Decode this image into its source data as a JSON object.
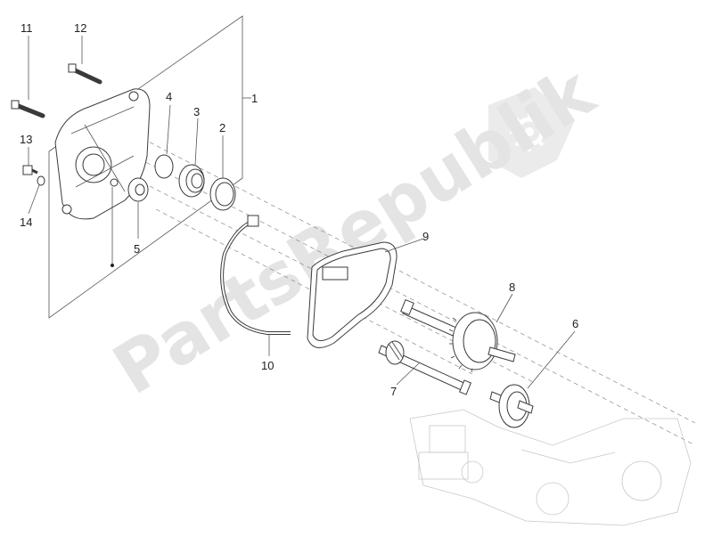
{
  "watermark": {
    "text": "PartsRepublik",
    "icon": "gear-icon"
  },
  "callouts": {
    "c1": "1",
    "c2": "2",
    "c3": "3",
    "c4": "4",
    "c5": "5",
    "c6": "6",
    "c7": "7",
    "c8": "8",
    "c9": "9",
    "c10": "10",
    "c11": "11",
    "c12": "12",
    "c13": "13",
    "c14": "14"
  },
  "parts": [
    {
      "callout": "1",
      "name": "cover-plate"
    },
    {
      "callout": "2",
      "name": "seal-ring"
    },
    {
      "callout": "3",
      "name": "bearing"
    },
    {
      "callout": "4",
      "name": "snap-ring"
    },
    {
      "callout": "5",
      "name": "small-bearing"
    },
    {
      "callout": "6",
      "name": "gear"
    },
    {
      "callout": "7",
      "name": "pinion-shaft"
    },
    {
      "callout": "8",
      "name": "intermediate-gear-shaft"
    },
    {
      "callout": "9",
      "name": "gasket"
    },
    {
      "callout": "10",
      "name": "breather-hose"
    },
    {
      "callout": "11",
      "name": "long-bolt"
    },
    {
      "callout": "12",
      "name": "bolt"
    },
    {
      "callout": "13",
      "name": "screw"
    },
    {
      "callout": "14",
      "name": "washer"
    }
  ]
}
